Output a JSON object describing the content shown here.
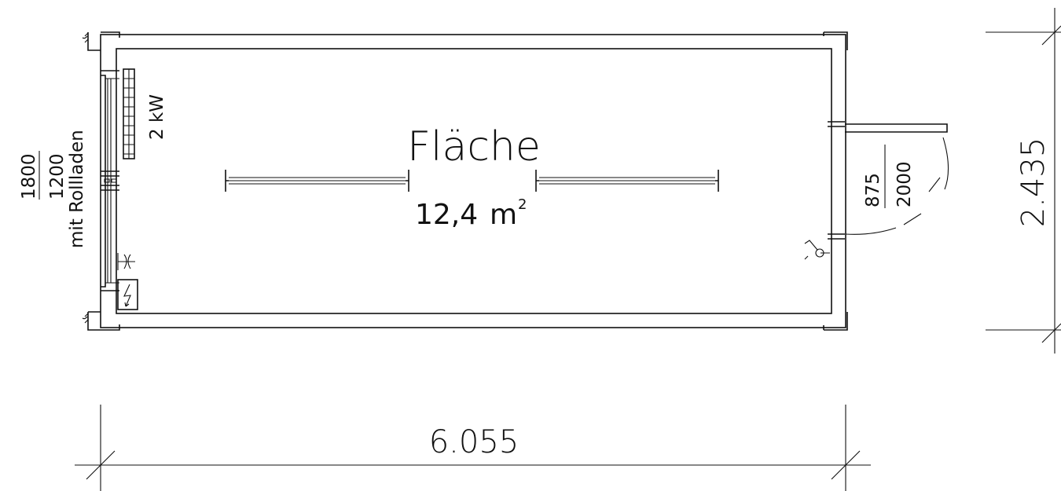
{
  "room": {
    "label": "Fläche",
    "area_value": "12,4",
    "area_unit": "m",
    "area_exponent": "2"
  },
  "window": {
    "width": "1800",
    "height": "1200",
    "note": "mit Rollladen"
  },
  "heater": {
    "power": "2 kW"
  },
  "door": {
    "width": "875",
    "height": "2000"
  },
  "dimensions": {
    "length": "6.055",
    "width": "2.435"
  }
}
